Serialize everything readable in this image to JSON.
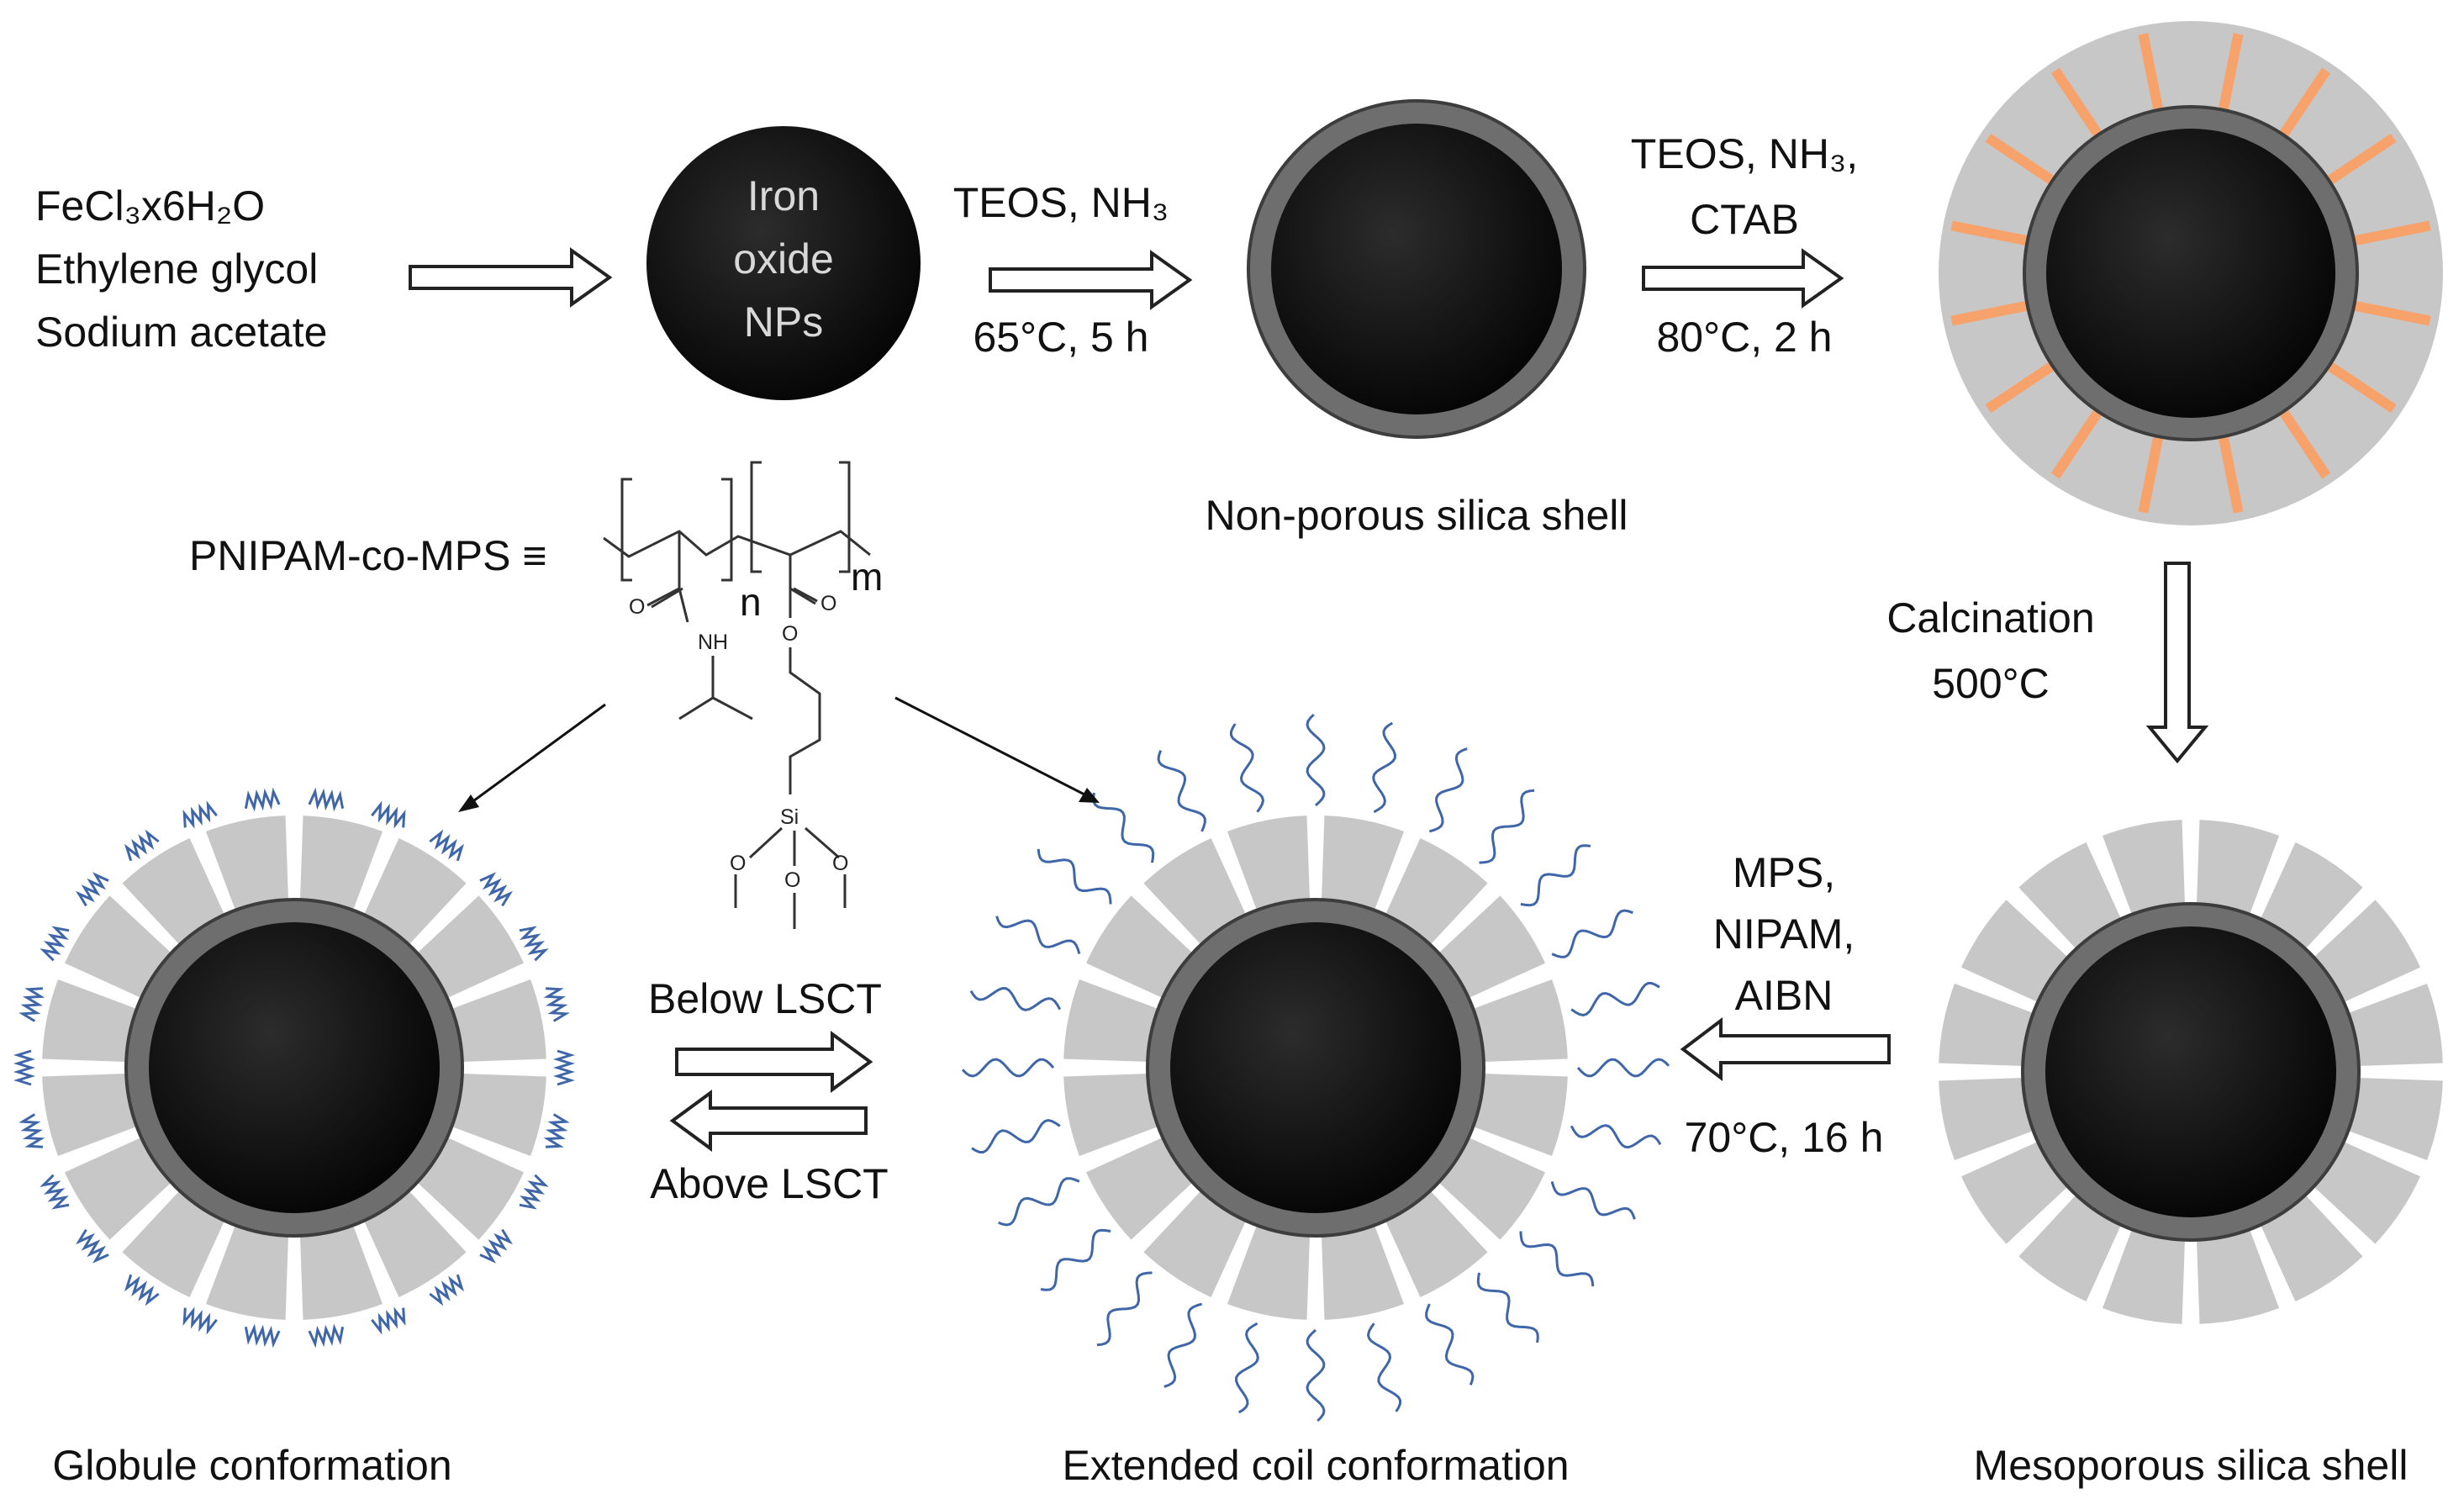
{
  "reactants": [
    "FeCl₃x6H₂O",
    "Ethylene glycol",
    "Sodium acetate"
  ],
  "iron_oxide_label": [
    "Iron",
    "oxide",
    "NPs"
  ],
  "step1": {
    "top": "TEOS, NH₃",
    "bottom": "65°C, 5 h"
  },
  "step2": {
    "top": [
      "TEOS, NH₃,",
      "CTAB"
    ],
    "bottom": "80°C, 2 h"
  },
  "non_porous_label": "Non-porous  silica shell",
  "calcination": [
    "Calcination",
    "500°C"
  ],
  "step4": {
    "top": [
      "MPS,",
      "NIPAM,",
      "AIBN"
    ],
    "bottom": "70°C, 16 h"
  },
  "mesoporous_label": "Mesoporous  silica shell",
  "polymer": {
    "name": "PNIPAM-co-MPS ≡",
    "n": "n",
    "m": "m",
    "atoms": {
      "O1": "O",
      "NH": "NH",
      "O2": "O",
      "O3": "O",
      "Si": "Si",
      "O4": "O",
      "O5": "O",
      "O6": "O"
    }
  },
  "below": "Below LSCT",
  "above": "Above LSCT",
  "globule_label": "Globule conformation",
  "extended_label": "Extended  coil conformation",
  "colors": {
    "core": "#0d0d0d",
    "shell": "#6e6e6e",
    "mesoporous": "#c7c7c7",
    "template": "#f7a26a",
    "polymer": "#3f66a8"
  }
}
